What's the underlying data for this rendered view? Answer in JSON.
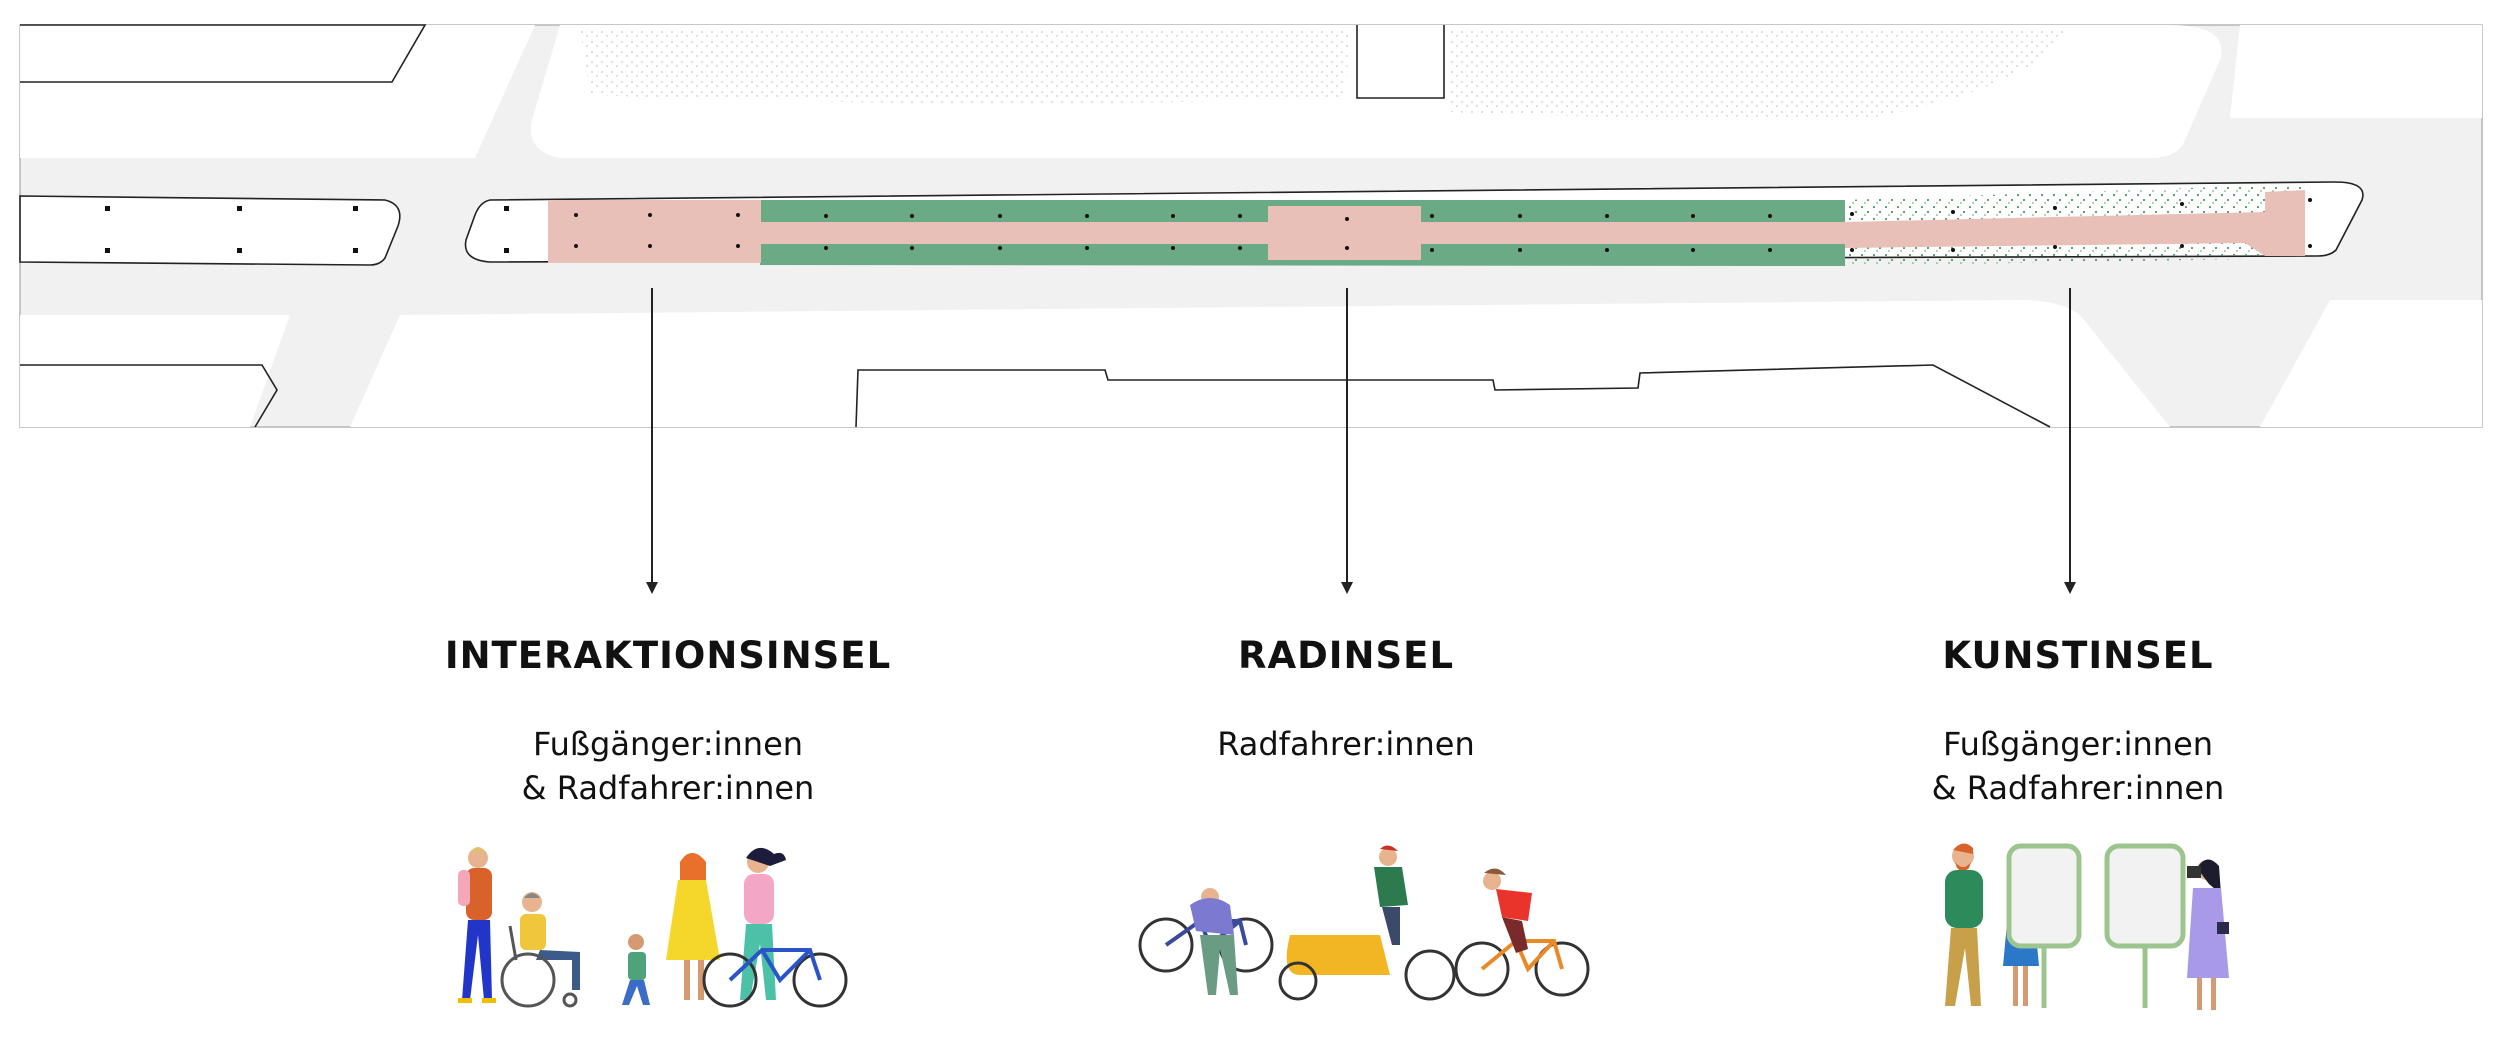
{
  "zones": [
    {
      "title": "INTERAKTIONSINSEL",
      "users_line1": "Fußgänger:innen",
      "users_line2": "& Radfahrer:innen",
      "illustration": "pedestrians-wheelchair-family-cyclist"
    },
    {
      "title": "RADINSEL",
      "users_line1": "Radfahrer:innen",
      "users_line2": "",
      "illustration": "cyclists-repair-cargo-bike-racer"
    },
    {
      "title": "KUNSTINSEL",
      "users_line1": "Fußgänger:innen",
      "users_line2": "& Radfahrer:innen",
      "illustration": "pedestrians-viewing-art-boards"
    }
  ],
  "colors": {
    "road": "#f1f1f1",
    "interaction_zone": "#e8c0b8",
    "bike_lane_green": "#6aaa84",
    "stipple_green": "#4f9a6c",
    "outline": "#222222"
  }
}
